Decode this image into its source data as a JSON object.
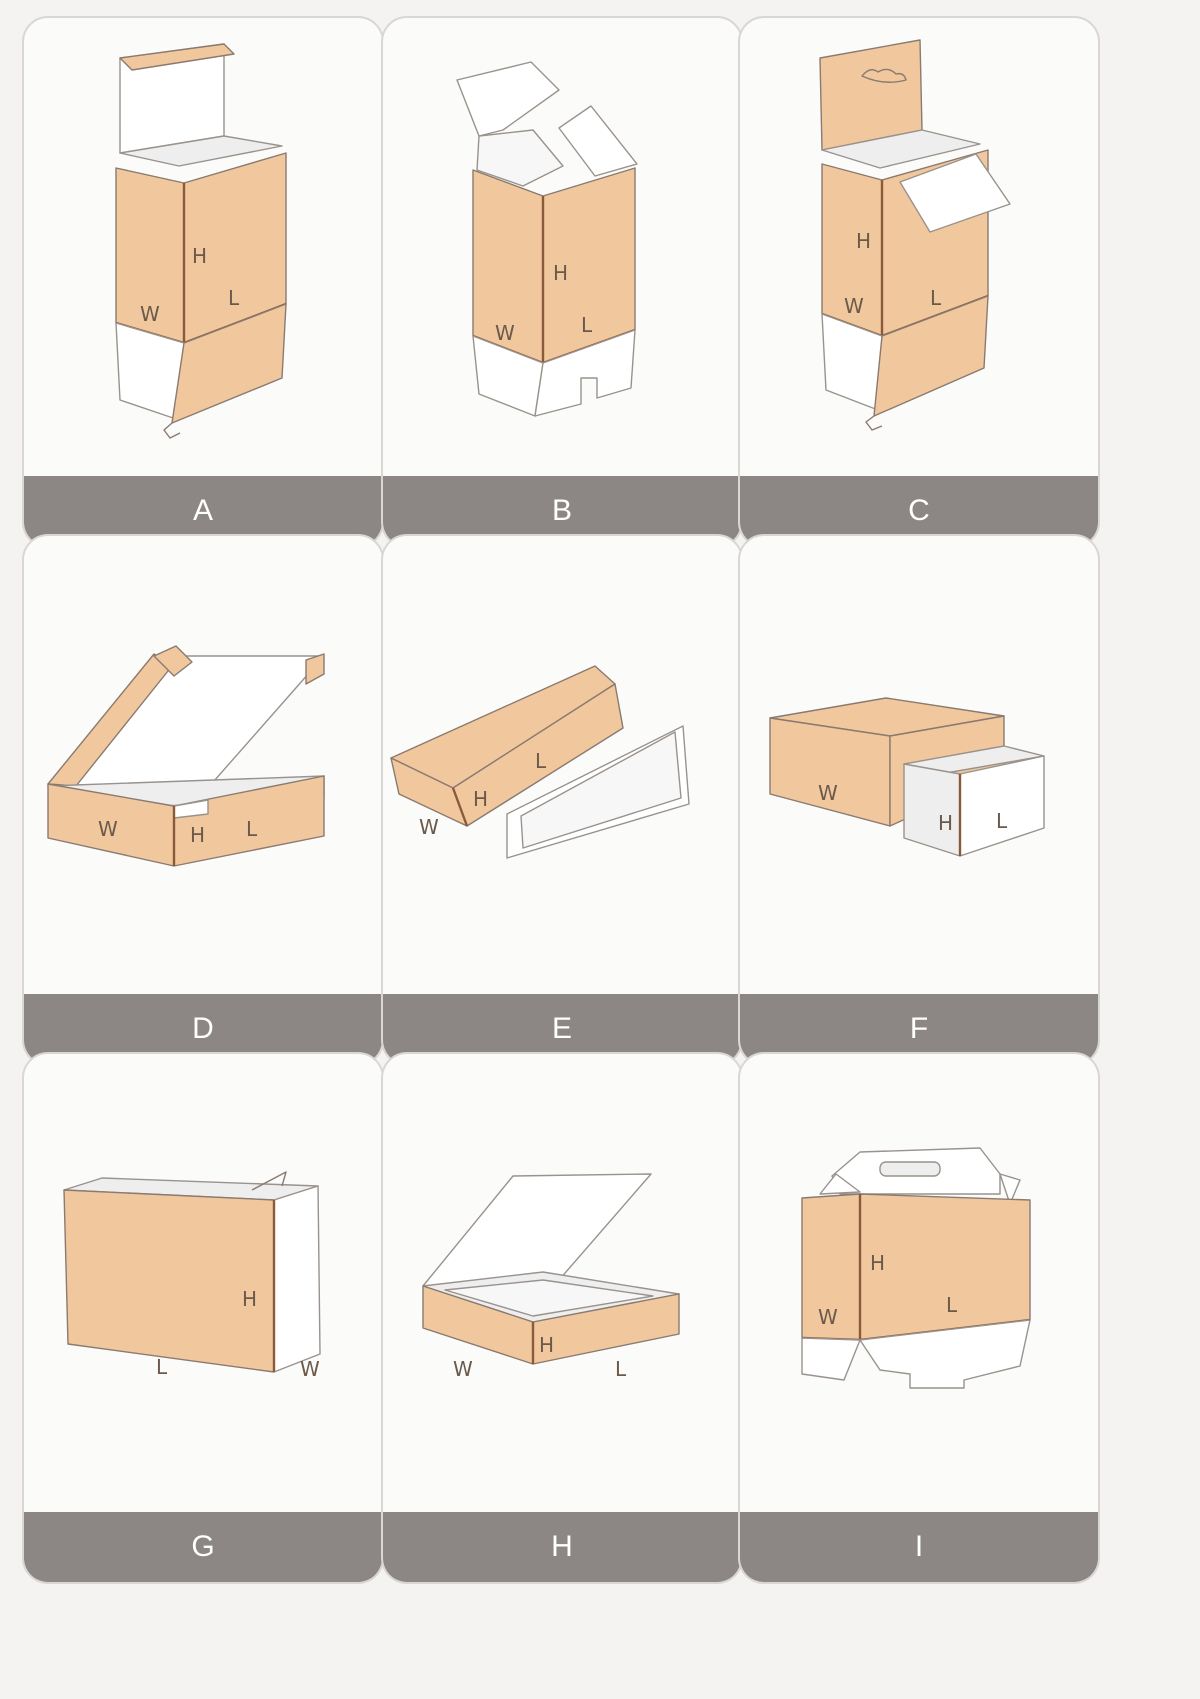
{
  "cards": [
    {
      "label": "A",
      "dims": [
        "H",
        "L",
        "W"
      ]
    },
    {
      "label": "B",
      "dims": [
        "H",
        "L",
        "W"
      ]
    },
    {
      "label": "C",
      "dims": [
        "H",
        "L",
        "W"
      ]
    },
    {
      "label": "D",
      "dims": [
        "W",
        "H",
        "L"
      ]
    },
    {
      "label": "E",
      "dims": [
        "L",
        "H",
        "W"
      ]
    },
    {
      "label": "F",
      "dims": [
        "W",
        "H",
        "L"
      ]
    },
    {
      "label": "G",
      "dims": [
        "H",
        "L",
        "W"
      ]
    },
    {
      "label": "H",
      "dims": [
        "H",
        "W",
        "L"
      ]
    },
    {
      "label": "I",
      "dims": [
        "H",
        "L",
        "W"
      ]
    }
  ],
  "colors": {
    "box_fill": "#f1c89d",
    "label_bar": "#8c8784",
    "card_border": "#d9d6d3"
  }
}
